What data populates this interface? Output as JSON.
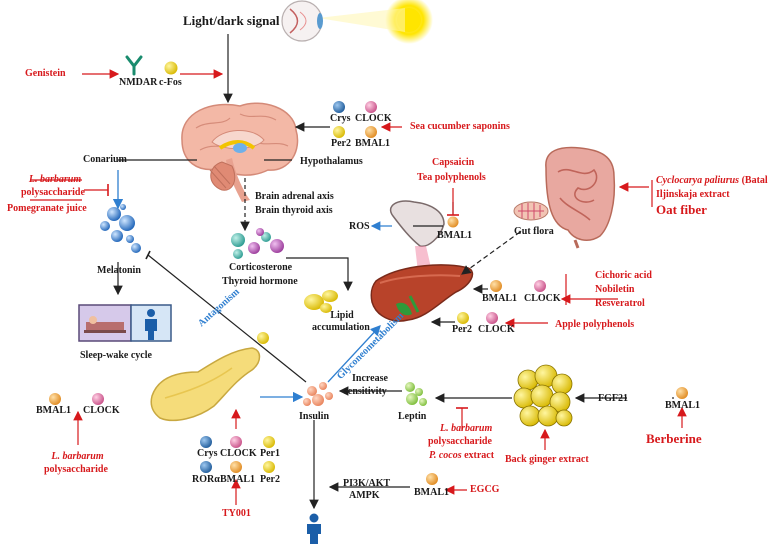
{
  "diagram": {
    "labels": {
      "light_dark_signal": "Light/dark signal",
      "nmdar": "NMDAR",
      "c_fos": "c-Fos",
      "crys": "Crys",
      "clock": "CLOCK",
      "per2": "Per2",
      "bmal1": "BMAL1",
      "conarium": "Conarium",
      "hypothalamus": "Hypothalamus",
      "brain_adrenal_axis": "Brain adrenal axis",
      "brain_thyroid_axis": "Brain thyroid axis",
      "corticosterone": "Corticosterone",
      "thyroid_hormone": "Thyroid hormone",
      "melatonin": "Melatonin",
      "sleep_wake_cycle": "Sleep-wake cycle",
      "ros": "ROS",
      "gut_flora": "Gut flora",
      "lipid_accumulation_1": "Lipid",
      "lipid_accumulation_2": "accumulation",
      "antagonism": "Antagonism",
      "glyconeometabolism": "Glyconeometabolism",
      "increase_sensitivity_1": "Increase",
      "increase_sensitivity_2": "sensitivity",
      "insulin": "Insulin",
      "leptin": "Leptin",
      "fgf21": "FGF21",
      "per1": "Per1",
      "ror_alpha": "RORα",
      "pi3k_akt": "PI3K/AKT",
      "ampk": "AMPK"
    },
    "interventions": {
      "genistein": "Genistein",
      "sea_cucumber_saponins": "Sea cucumber saponins",
      "capsaicin": "Capsaicin",
      "tea_polyphenols": "Tea polyphenols",
      "l_barbarum_1": "L. barbarum",
      "polysaccharide_1": "polysaccharide",
      "pomegranate_juice": "Pomegranate juice",
      "cyclocarya_italic": "Cyclocarya paliurus",
      "cyclocarya_rest": " (Batal.)",
      "iljinskaja_extract": "Iljinskaja extract",
      "oat_fiber": "Oat fiber",
      "chicoric_acid": "Cichoric acid",
      "nobiletin": "Nobiletin",
      "resveratrol": "Resveratrol",
      "apple_polyphenols": "Apple polyphenols",
      "l_barbarum_2": "L. barbarum",
      "polysaccharide_2": "polysaccharide",
      "p_cocos_italic": "P. cocos",
      "p_cocos_rest": " extract",
      "black_ginger_extract": "Back ginger extract",
      "berberine": "Berberine",
      "l_barbarum_3": "L. barbarum",
      "polysaccharide_3": "polysaccharide",
      "ty001": "TY001",
      "egcg": "EGCG"
    },
    "colors": {
      "activation": "#d7191c",
      "inhibition": "#d7191c",
      "blue_path": "#2f7fd0",
      "black_path": "#222222",
      "bmal1_ball": "#f0a040",
      "clock_ball": "#e07aa8",
      "crys_ball": "#2f6fb0",
      "per_ball": "#e8d020",
      "liver": "#b8432a",
      "fat": "#f2d21a"
    }
  }
}
